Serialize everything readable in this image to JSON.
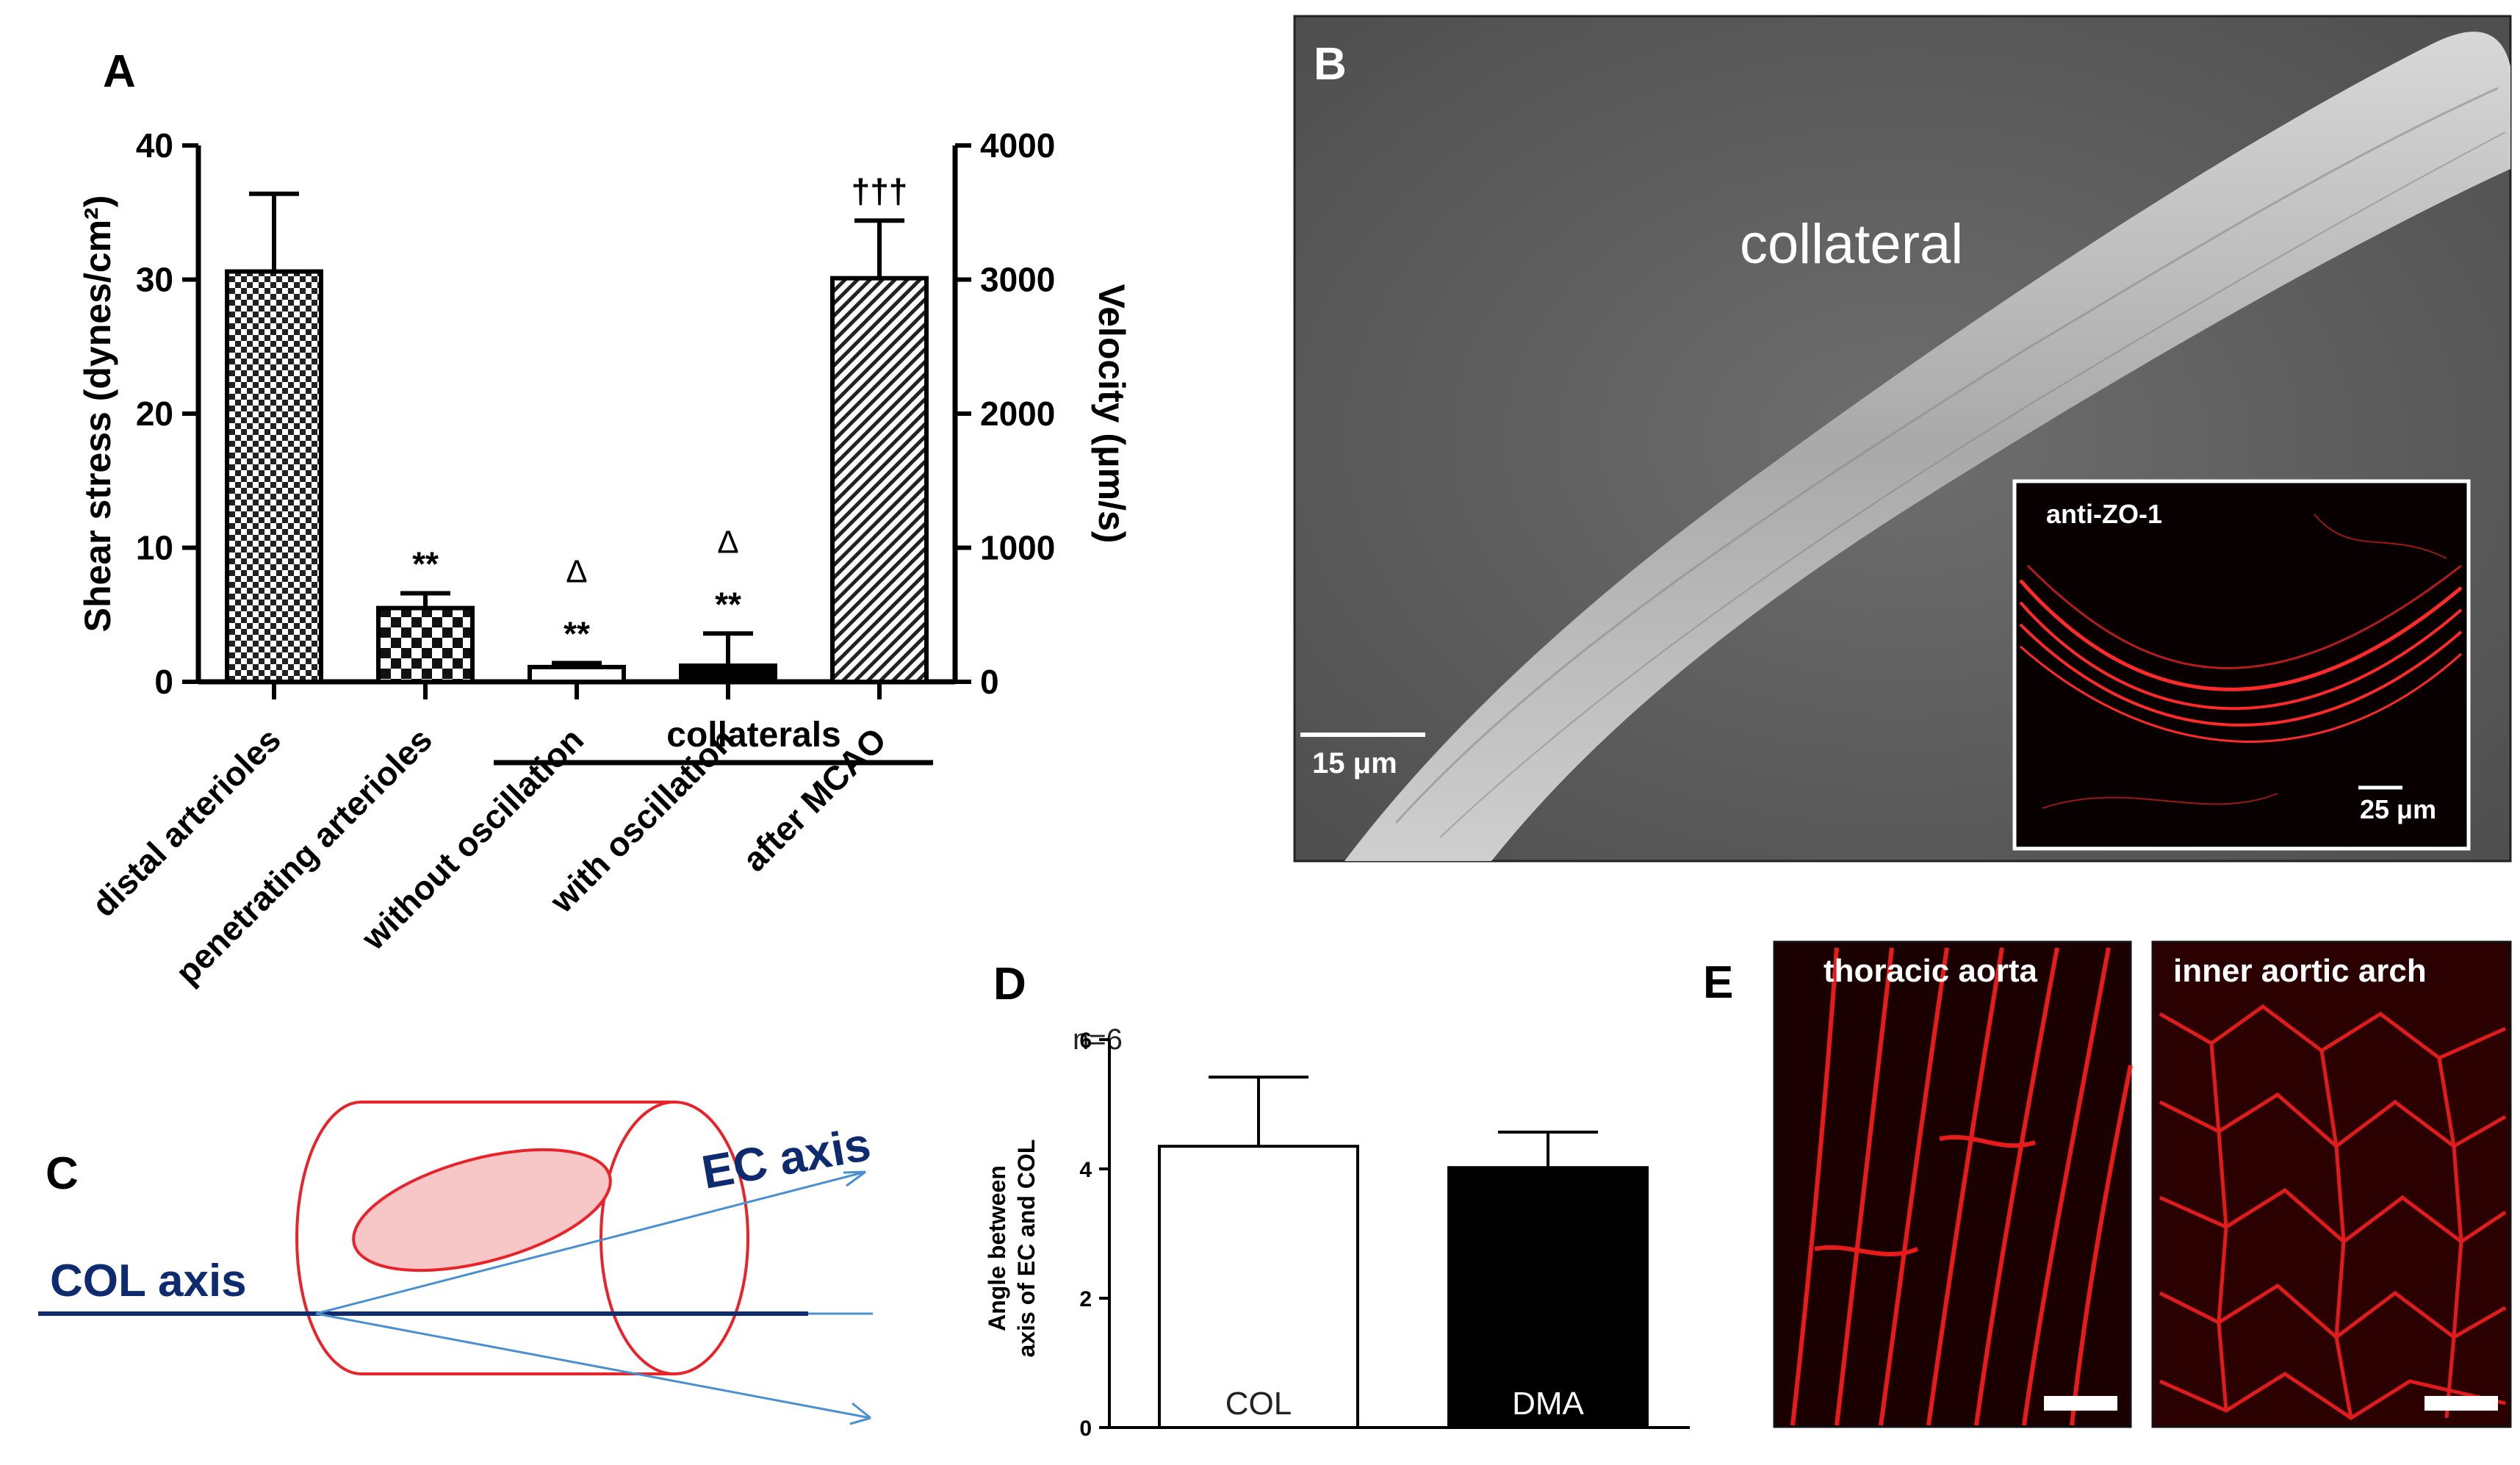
{
  "panels": {
    "a": {
      "letter": "A"
    },
    "b": {
      "letter": "B",
      "label": "collateral",
      "scale_label": "15 μm",
      "inset": {
        "label": "anti-ZO-1",
        "scale_label": "25 μm"
      }
    },
    "c": {
      "letter": "C",
      "col_axis": "COL axis",
      "ec_axis": "EC axis"
    },
    "d": {
      "letter": "D",
      "n_label": "n=6"
    },
    "e": {
      "letter": "E",
      "images": [
        {
          "label": "thoracic aorta"
        },
        {
          "label": "inner aortic arch"
        }
      ]
    }
  },
  "colors": {
    "vessel_red": "#e8232a",
    "axis_blue": "#4a90d0",
    "axis_navy": "#0d2b6e",
    "bar_black": "#000000"
  },
  "chart_data": [
    {
      "type": "bar",
      "panel": "A",
      "categories": [
        "distal arterioles",
        "penetrating arterioles",
        "without oscillation",
        "with oscillation",
        "after MCAO"
      ],
      "group_label": "collaterals",
      "values": [
        30.6,
        5.5,
        1.1,
        1.2,
        30.1
      ],
      "errors": [
        5.8,
        1.1,
        0.3,
        2.4,
        4.3
      ],
      "annotations": [
        "",
        "**",
        "Δ\n**",
        "Δ\n**",
        "†††"
      ],
      "ylabel": "Shear stress (dynes/cm²)",
      "ylim": [
        0,
        40
      ],
      "yticks": [
        0,
        10,
        20,
        30,
        40
      ],
      "y2label": "Velocity (μm/s)",
      "y2lim": [
        0,
        4000
      ],
      "y2ticks": [
        0,
        1000,
        2000,
        3000,
        4000
      ]
    },
    {
      "type": "bar",
      "panel": "D",
      "categories": [
        "COL",
        "DMA"
      ],
      "values": [
        4.35,
        4.02
      ],
      "errors": [
        1.07,
        0.55
      ],
      "ylabel": "Angle between axis of EC and COL",
      "ylim": [
        0,
        6
      ],
      "yticks": [
        0,
        2,
        4,
        6
      ]
    }
  ]
}
